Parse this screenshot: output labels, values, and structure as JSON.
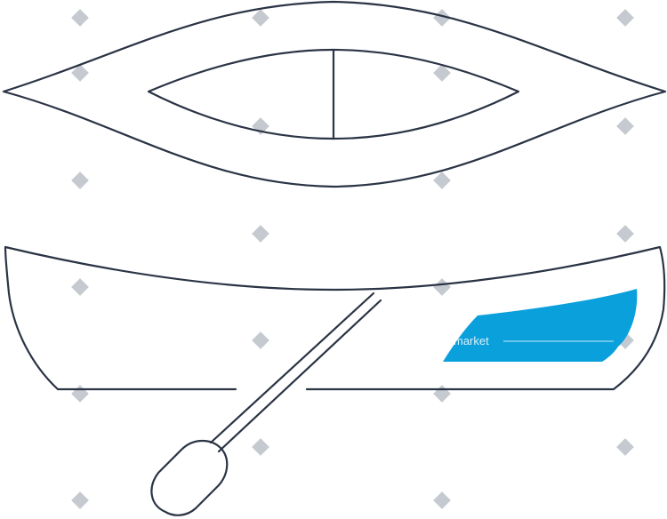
{
  "colors": {
    "background": "#ffffff",
    "outline": "#2b3445",
    "accent": "#0aa0dc",
    "watermark": "#bfc4cc"
  },
  "illustration": {
    "subjects": [
      "canoe-top-view",
      "canoe-side-view",
      "paddle"
    ],
    "style": "line-icon"
  },
  "watermark": {
    "text": "market",
    "mark_icon": "diamond-icon"
  }
}
